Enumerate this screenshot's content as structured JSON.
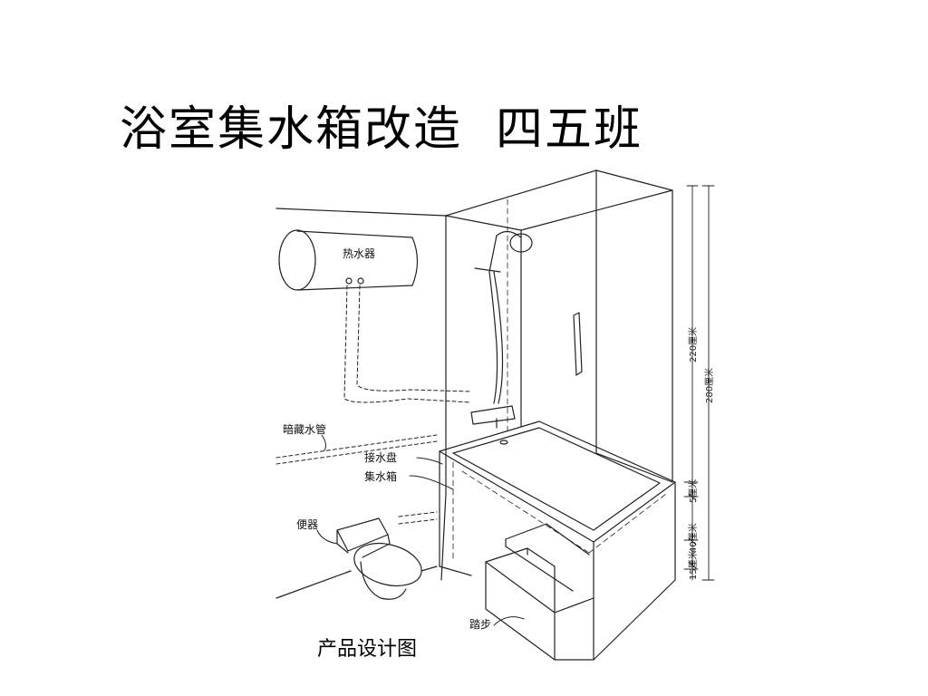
{
  "slide": {
    "title": "浴室集水箱改造  四五班",
    "caption": "产品设计图"
  },
  "diagram": {
    "labels": {
      "water_heater": "热水器",
      "hidden_pipe": "暗藏水管",
      "drip_tray": "接水盘",
      "water_tank": "集水箱",
      "toilet": "便器",
      "step": "踏步"
    },
    "dimensions": {
      "h220": "220厘米",
      "h280": "280厘米",
      "h5": "5厘米",
      "h40": "40厘米",
      "h15": "15厘米"
    }
  }
}
